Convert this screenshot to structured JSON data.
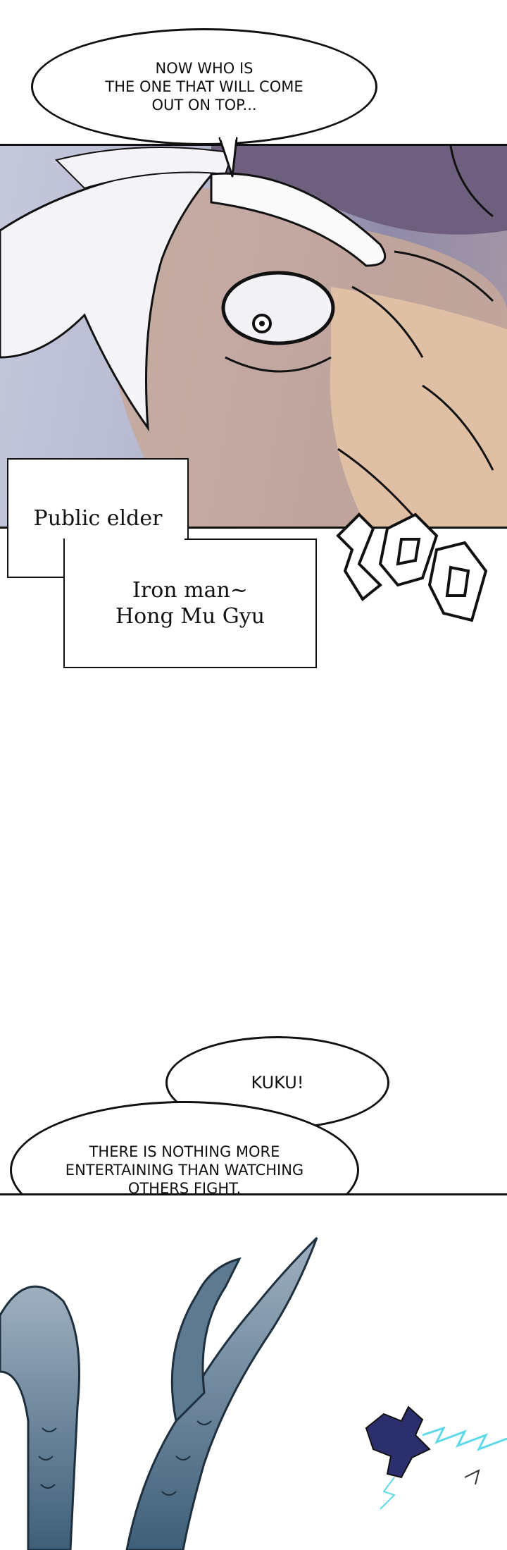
{
  "bubbles": {
    "top": {
      "lines": [
        "NOW WHO IS",
        "THE ONE THAT WILL COME",
        "OUT ON TOP..."
      ]
    },
    "kuku": {
      "text": "KUKU!"
    },
    "bottom": {
      "lines": [
        "THERE IS NOTHING MORE",
        "ENTERTAINING THAN WATCHING",
        "OTHERS FIGHT."
      ]
    }
  },
  "captions": {
    "title": "Public elder",
    "name_lines": [
      "Iron man~",
      "Hong Mu Gyu"
    ]
  },
  "colors": {
    "ink": "#111111",
    "face_skin": "#e7c7a6",
    "hair": "#f4f4f8",
    "dragon": "#3e5f79",
    "lightning": "#5fd8e8"
  }
}
